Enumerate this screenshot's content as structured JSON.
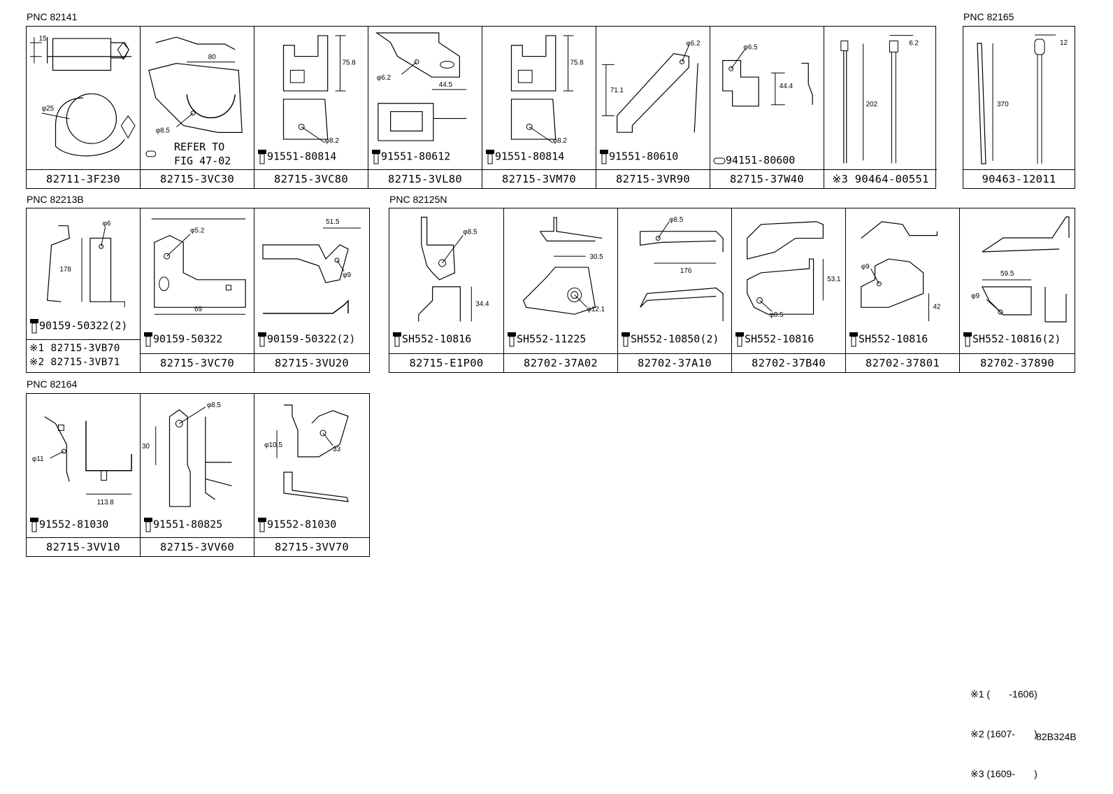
{
  "groups": [
    {
      "pnc": "PNC 82141",
      "cells": [
        {
          "part": "82711-3F230"
        },
        {
          "part": "82715-3VC30",
          "refer": [
            "REFER TO",
            "FIG 47-02"
          ]
        },
        {
          "part": "82715-3VC80",
          "fastener": "91551-80814"
        },
        {
          "part": "82715-3VL80",
          "fastener": "91551-80612"
        },
        {
          "part": "82715-3VM70",
          "fastener": "91551-80814"
        },
        {
          "part": "82715-3VR90",
          "fastener": "91551-80610"
        },
        {
          "part": "82715-37W40",
          "fastener": "94151-80600"
        },
        {
          "part": "※3 90464-00551"
        }
      ]
    },
    {
      "pnc": "PNC 82165",
      "cells": [
        {
          "part": "90463-12011"
        }
      ]
    },
    {
      "pnc": "PNC 82213B",
      "cells": [
        {
          "part_lines": [
            "※1 82715-3VB70",
            "※2 82715-3VB71"
          ],
          "fastener": "90159-50322(2)"
        },
        {
          "part": "82715-3VC70",
          "fastener": "90159-50322"
        },
        {
          "part": "82715-3VU20",
          "fastener": "90159-50322(2)"
        }
      ]
    },
    {
      "pnc": "PNC 82125N",
      "cells": [
        {
          "part": "82715-E1P00",
          "fastener": "SH552-10816"
        },
        {
          "part": "82702-37A02",
          "fastener": "SH552-11225"
        },
        {
          "part": "82702-37A10",
          "fastener": "SH552-10850(2)"
        },
        {
          "part": "82702-37B40",
          "fastener": "SH552-10816"
        },
        {
          "part": "82702-37801",
          "fastener": "SH552-10816"
        },
        {
          "part": "82702-37890",
          "fastener": "SH552-10816(2)"
        }
      ]
    },
    {
      "pnc": "PNC 82164",
      "cells": [
        {
          "part": "82715-3VV10",
          "fastener": "91552-81030"
        },
        {
          "part": "82715-3VV60",
          "fastener": "91551-80825"
        },
        {
          "part": "82715-3VV70",
          "fastener": "91552-81030"
        }
      ]
    }
  ],
  "dims": {
    "c1": [
      "15",
      "φ25"
    ],
    "c2": [
      "80",
      "φ8.5"
    ],
    "c3": [
      "75.8",
      "φ8.2"
    ],
    "c4": [
      "φ6.2",
      "44.5"
    ],
    "c5": [
      "75.8",
      "φ8.2"
    ],
    "c6": [
      "φ6.2",
      "71.1"
    ],
    "c7": [
      "φ6.5",
      "44.4"
    ],
    "c8": [
      "6.2",
      "202"
    ],
    "c9": [
      "12",
      "370"
    ],
    "d1": [
      "φ6",
      "178"
    ],
    "d2": [
      "φ5.2",
      "69"
    ],
    "d3": [
      "51.5",
      "φ9"
    ],
    "e1": [
      "φ8.5",
      "34.4"
    ],
    "e2": [
      "30.5",
      "φ12.1"
    ],
    "e3": [
      "φ8.5",
      "176"
    ],
    "e4": [
      "53.1",
      "φ8.5"
    ],
    "e5": [
      "φ9",
      "42"
    ],
    "e6": [
      "59.5",
      "φ9"
    ],
    "f1": [
      "φ11",
      "113.8"
    ],
    "f2": [
      "φ8.5",
      "30"
    ],
    "f3": [
      "33",
      "φ10.5"
    ]
  },
  "notes": [
    "※1 (       -1606)",
    "※2 (1607-       )",
    "※3 (1609-       )"
  ],
  "fig_code": "82B324B"
}
